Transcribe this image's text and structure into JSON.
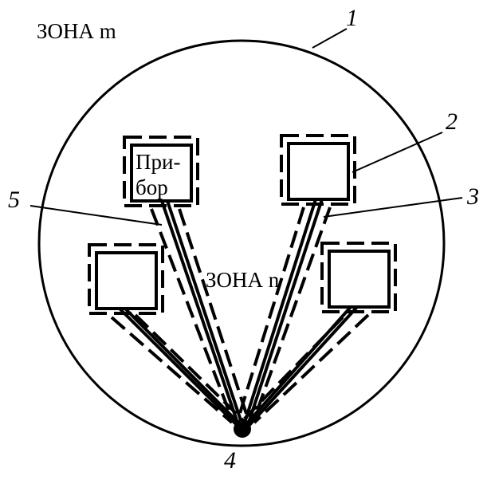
{
  "zones": {
    "outer": "ЗОНА m",
    "inner": "ЗОНА n"
  },
  "device_label": {
    "line1": "При-",
    "line2": "бор"
  },
  "callouts": {
    "c1": "1",
    "c2": "2",
    "c3": "3",
    "c4": "4",
    "c5": "5"
  }
}
